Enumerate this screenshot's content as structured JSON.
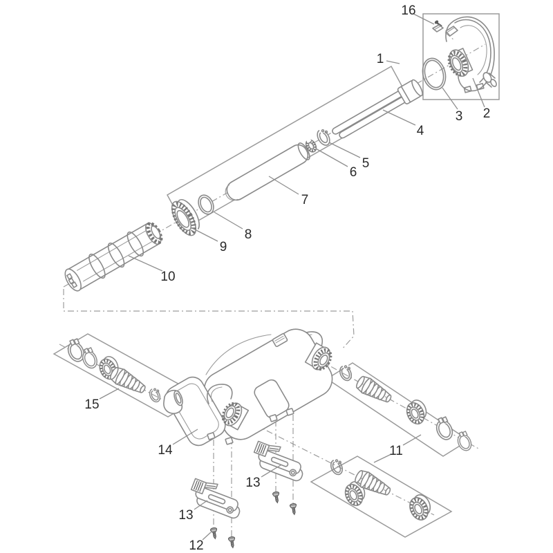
{
  "diagram": {
    "colors": {
      "background": "#ffffff",
      "line": "#8a8a8a",
      "dark_detail": "#5c5c5c",
      "label_text": "#2a2a2a"
    },
    "callouts": {
      "c1": "1",
      "c2": "2",
      "c3": "3",
      "c4": "4",
      "c5": "5",
      "c6": "6",
      "c7": "7",
      "c8": "8",
      "c9": "9",
      "c10": "10",
      "c11": "11",
      "c12": "12",
      "c13a": "13",
      "c13b": "13",
      "c14": "14",
      "c15": "15",
      "c16": "16"
    }
  }
}
